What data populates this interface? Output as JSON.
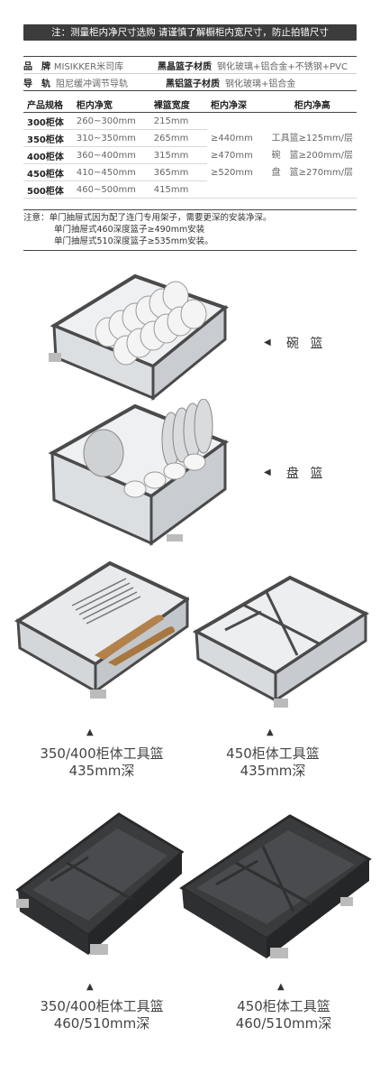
{
  "banner": "注：测量柜内净尺寸选购 请谨慎了解橱柜内宽尺寸，防止拍错尺寸",
  "specs": {
    "brand_label": "品　牌",
    "brand_value": "MISIKKER米司库",
    "black_label": "黑晶篮子材质",
    "black_value": "钢化玻璃+铝合金+不锈钢+PVC",
    "rail_label": "导　轨",
    "rail_value": "阻尼缓冲调节导轨",
    "alu_label": "黑铝篮子材质",
    "alu_value": "钢化玻璃+铝合金"
  },
  "table": {
    "headers": [
      "产品规格",
      "柜内净宽",
      "裸篮宽度",
      "柜内净深",
      "柜内净高"
    ],
    "rows": [
      [
        "300柜体",
        "260~300mm",
        "215mm"
      ],
      [
        "350柜体",
        "310~350mm",
        "265mm"
      ],
      [
        "400柜体",
        "360~400mm",
        "315mm"
      ],
      [
        "450柜体",
        "410~450mm",
        "365mm"
      ],
      [
        "500柜体",
        "460~500mm",
        "415mm"
      ]
    ],
    "depth": [
      "≥440mm",
      "≥470mm",
      "≥520mm"
    ],
    "height": [
      "工具篮≥125mm/层",
      "碗　篮≥200mm/层",
      "盘　篮≥270mm/层"
    ]
  },
  "notes": [
    "注意：单门抽屉式因为配了连门专用架子，需要更深的安装净深。",
    "单门抽屉式460深度篮子≥490mm安装",
    "单门抽屉式510深度篮子≥535mm安装。"
  ],
  "labels": {
    "bowl": "碗 篮",
    "plate": "盘 篮",
    "pointer": "◀",
    "up": "▲"
  },
  "captions": {
    "c1_l1": "350/400柜体工具篮",
    "c1_l2": "435mm深",
    "c2_l1": "450柜体工具篮",
    "c2_l2": "435mm深",
    "c3_l1": "350/400柜体工具篮",
    "c3_l2": "460/510mm深",
    "c4_l1": "450柜体工具篮",
    "c4_l2": "460/510mm深"
  },
  "colors": {
    "dark": "#3c3c3c",
    "frame": "#4a4a4a",
    "glass": "#e6e8ea"
  }
}
